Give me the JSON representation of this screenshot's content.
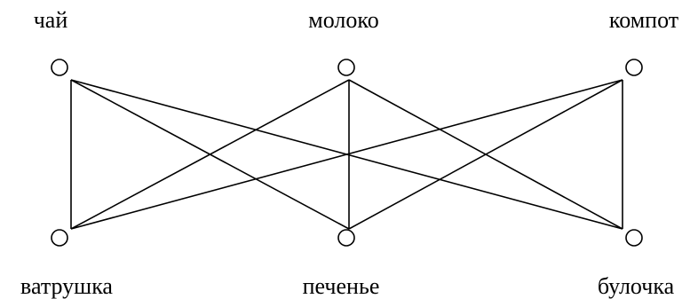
{
  "nodes": {
    "top": [
      {
        "id": "chai",
        "label": "чай"
      },
      {
        "id": "moloko",
        "label": "молоко"
      },
      {
        "id": "kompot",
        "label": "компот"
      }
    ],
    "bottom": [
      {
        "id": "vatrushka",
        "label": "ватрушка"
      },
      {
        "id": "pechenye",
        "label": "печенье"
      },
      {
        "id": "bulochka",
        "label": "булочка"
      }
    ]
  },
  "edges": [
    [
      "chai",
      "vatrushka"
    ],
    [
      "chai",
      "pechenye"
    ],
    [
      "chai",
      "bulochka"
    ],
    [
      "moloko",
      "vatrushka"
    ],
    [
      "moloko",
      "pechenye"
    ],
    [
      "moloko",
      "bulochka"
    ],
    [
      "kompot",
      "vatrushka"
    ],
    [
      "kompot",
      "pechenye"
    ],
    [
      "kompot",
      "bulochka"
    ]
  ],
  "colors": {
    "stroke": "#000000",
    "background": "#ffffff"
  }
}
